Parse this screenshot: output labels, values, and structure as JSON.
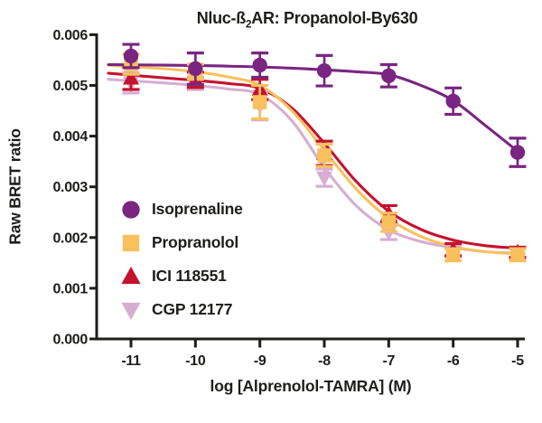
{
  "title_parts": {
    "pre": "Nluc-ß",
    "sub": "2",
    "post": "AR: Propanolol-By630"
  },
  "colors": {
    "background": "#ffffff",
    "text": "#1d1d1b",
    "axis": "#1d1d1b",
    "isoprenaline": "#7A2582",
    "propranolol": "#F8C15E",
    "ici118551": "#C5122E",
    "cgp12177": "#D6AED2"
  },
  "chart_data": {
    "type": "line",
    "title": "Nluc-ß2AR: Propanolol-By630",
    "xlabel": "log [Alprenolol-TAMRA] (M)",
    "ylabel": "Raw BRET ratio",
    "xlim": [
      -11.5,
      -4.85
    ],
    "ylim": [
      0,
      0.006
    ],
    "grid": false,
    "legend_position": "inside-left-center",
    "x_ticks": [
      {
        "label": "-11",
        "value": -11
      },
      {
        "label": "-10",
        "value": -10
      },
      {
        "label": "-9",
        "value": -9
      },
      {
        "label": "-8",
        "value": -8
      },
      {
        "label": "-7",
        "value": -7
      },
      {
        "label": "-6",
        "value": -6
      },
      {
        "label": "-5",
        "value": -5
      }
    ],
    "y_ticks": [
      {
        "label": "0.000",
        "value": 0.0
      },
      {
        "label": "0.001",
        "value": 0.001
      },
      {
        "label": "0.002",
        "value": 0.002
      },
      {
        "label": "0.003",
        "value": 0.003
      },
      {
        "label": "0.004",
        "value": 0.004
      },
      {
        "label": "0.005",
        "value": 0.005
      },
      {
        "label": "0.006",
        "value": 0.006
      }
    ],
    "x": [
      -11,
      -10,
      -9,
      -8,
      -7,
      -6,
      -5
    ],
    "series": [
      {
        "name": "Isoprenaline",
        "marker": "circle",
        "color": "#7A2582",
        "values": [
          0.00558,
          0.00533,
          0.0054,
          0.00529,
          0.00519,
          0.00469,
          0.00368
        ],
        "errors": [
          0.00023,
          0.00031,
          0.00024,
          0.0003,
          0.00022,
          0.00026,
          0.00028
        ],
        "curve_x": [
          -11.35,
          -10.5,
          -9.5,
          -8.5,
          -7.5,
          -7,
          -6.5,
          -6,
          -5.5,
          -5,
          -4.93
        ],
        "curve_y": [
          0.00541,
          0.0054,
          0.00538,
          0.00534,
          0.00527,
          0.00521,
          0.005,
          0.0047,
          0.00421,
          0.0037,
          0.00361
        ]
      },
      {
        "name": "Propranolol",
        "marker": "square",
        "color": "#F8C15E",
        "values": [
          0.00542,
          0.00527,
          0.00467,
          0.00362,
          0.0023,
          0.00166,
          0.00166
        ],
        "errors": [
          0.0002,
          0.00015,
          0.00033,
          0.00022,
          0.00018,
          0.00012,
          0.00012
        ],
        "curve_x": [
          -11.35,
          -10.5,
          -10,
          -9.5,
          -9,
          -8.5,
          -8,
          -7.5,
          -7,
          -6.5,
          -6,
          -5.5,
          -5,
          -4.9
        ],
        "curve_y": [
          0.0054,
          0.00533,
          0.00527,
          0.00517,
          0.005,
          0.0045,
          0.00372,
          0.00295,
          0.00238,
          0.00202,
          0.00182,
          0.00172,
          0.00168,
          0.00167
        ]
      },
      {
        "name": "ICI 118551",
        "marker": "triangle-up",
        "color": "#C5122E",
        "values": [
          0.00514,
          0.00511,
          0.00492,
          0.00366,
          0.00247,
          0.00176,
          0.00171
        ],
        "errors": [
          0.00022,
          0.00015,
          0.0002,
          0.00024,
          0.00016,
          0.00012,
          0.0001
        ],
        "curve_x": [
          -11.35,
          -10.5,
          -10,
          -9.5,
          -9,
          -8.5,
          -8,
          -7.5,
          -7,
          -6.5,
          -6,
          -5.5,
          -5,
          -4.9
        ],
        "curve_y": [
          0.00524,
          0.00515,
          0.0051,
          0.00504,
          0.00494,
          0.00455,
          0.00386,
          0.0031,
          0.00252,
          0.00216,
          0.00195,
          0.00184,
          0.00179,
          0.00178
        ]
      },
      {
        "name": "CGP 12177",
        "marker": "triangle-down",
        "color": "#D6AED2",
        "values": [
          0.00505,
          0.00504,
          0.0046,
          0.00318,
          0.0021,
          0.00172,
          0.00168
        ],
        "errors": [
          0.0002,
          0.00012,
          0.00028,
          0.00017,
          0.00014,
          0.0001,
          0.0001
        ],
        "curve_x": [
          -11.35,
          -10.5,
          -10,
          -9.5,
          -9,
          -8.5,
          -8,
          -7.5,
          -7,
          -6.5,
          -6,
          -5.5,
          -5,
          -4.9
        ],
        "curve_y": [
          0.00512,
          0.00505,
          0.005,
          0.00493,
          0.00482,
          0.0043,
          0.00338,
          0.00262,
          0.00215,
          0.00192,
          0.0018,
          0.00172,
          0.00169,
          0.00168
        ]
      }
    ]
  }
}
